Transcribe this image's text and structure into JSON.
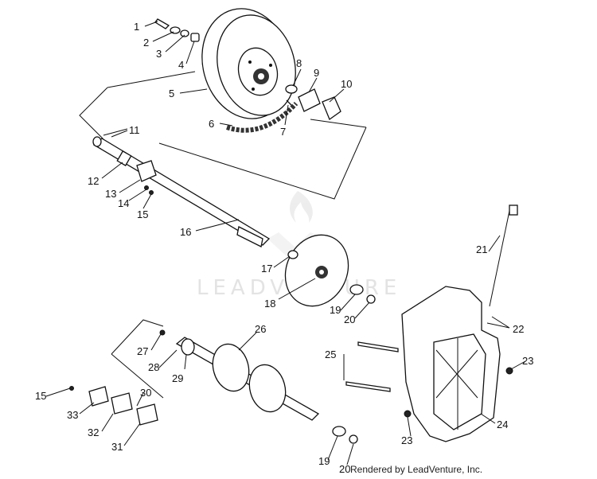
{
  "watermark": "LEADVENTURE",
  "footer": "Rendered by LeadVenture, Inc.",
  "callouts": {
    "c1": "1",
    "c2": "2",
    "c3": "3",
    "c4": "4",
    "c5": "5",
    "c6": "6",
    "c7": "7",
    "c8": "8",
    "c9": "9",
    "c10": "10",
    "c11": "11",
    "c12": "12",
    "c13": "13",
    "c14": "14",
    "c15a": "15",
    "c16": "16",
    "c17": "17",
    "c18": "18",
    "c19a": "19",
    "c20a": "20",
    "c21": "21",
    "c22": "22",
    "c23a": "23",
    "c24": "24",
    "c25": "25",
    "c26": "26",
    "c27": "27",
    "c28": "28",
    "c29": "29",
    "c30": "30",
    "c31": "31",
    "c32": "32",
    "c33": "33",
    "c15b": "15",
    "c19b": "19",
    "c20b": "20",
    "c23b": "23"
  }
}
